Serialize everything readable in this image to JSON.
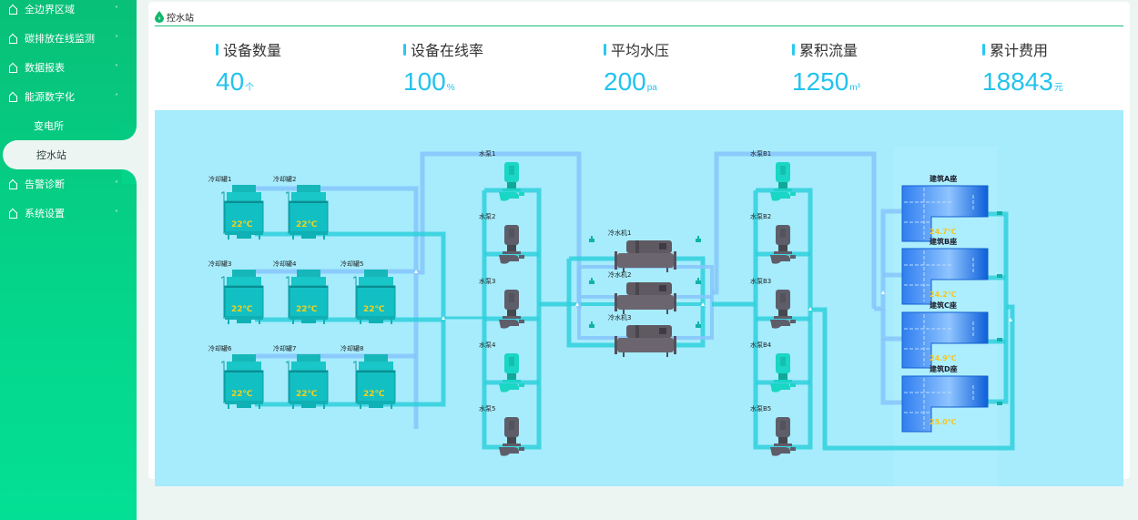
{
  "sidebar": {
    "items": [
      {
        "label": "全边界区域",
        "expanded": false
      },
      {
        "label": "碳排放在线监测",
        "expanded": false
      },
      {
        "label": "数据报表",
        "expanded": false
      },
      {
        "label": "能源数字化",
        "expanded": true
      },
      {
        "label": "告警诊断",
        "expanded": false
      },
      {
        "label": "系统设置",
        "expanded": false
      }
    ],
    "sub_items": [
      {
        "label": "变电所",
        "active": false
      },
      {
        "label": "控水站",
        "active": true
      }
    ],
    "chevron_down": "˅",
    "chevron_up": "˄"
  },
  "page": {
    "title": "控水站",
    "title_icon": "water-drop-icon"
  },
  "stats": [
    {
      "label": "设备数量",
      "value": "40",
      "unit": "个"
    },
    {
      "label": "设备在线率",
      "value": "100",
      "unit": "%"
    },
    {
      "label": "平均水压",
      "value": "200",
      "unit": "pa"
    },
    {
      "label": "累积流量",
      "value": "1250",
      "unit": "m³"
    },
    {
      "label": "累计费用",
      "value": "18843",
      "unit": "元"
    }
  ],
  "diagram": {
    "cooling_towers": [
      {
        "label": "冷却罐1",
        "temp": "22℃"
      },
      {
        "label": "冷却罐2",
        "temp": "22℃"
      },
      {
        "label": "冷却罐3",
        "temp": "22℃"
      },
      {
        "label": "冷却罐4",
        "temp": "22℃"
      },
      {
        "label": "冷却罐5",
        "temp": "22℃"
      },
      {
        "label": "冷却罐6",
        "temp": "22℃"
      },
      {
        "label": "冷却罐7",
        "temp": "22℃"
      },
      {
        "label": "冷却罐8",
        "temp": "22℃"
      }
    ],
    "pumps_a": [
      {
        "label": "水泵1",
        "running": true
      },
      {
        "label": "水泵2",
        "running": false
      },
      {
        "label": "水泵3",
        "running": false
      },
      {
        "label": "水泵4",
        "running": true
      },
      {
        "label": "水泵5",
        "running": false
      }
    ],
    "chillers": [
      {
        "label": "冷水机1"
      },
      {
        "label": "冷水机2"
      },
      {
        "label": "冷水机3"
      }
    ],
    "pumps_b": [
      {
        "label": "水泵B1",
        "running": true
      },
      {
        "label": "水泵B2",
        "running": false
      },
      {
        "label": "水泵B3",
        "running": false
      },
      {
        "label": "水泵B4",
        "running": true
      },
      {
        "label": "水泵B5",
        "running": false
      }
    ],
    "buildings": [
      {
        "label": "建筑A座",
        "temp": "24.7℃"
      },
      {
        "label": "建筑B座",
        "temp": "24.2℃"
      },
      {
        "label": "建筑C座",
        "temp": "24.9℃"
      },
      {
        "label": "建筑D座",
        "temp": "25.0℃"
      }
    ],
    "colors": {
      "background": "#a6ecfd",
      "supply_pipe": "#86c5fb",
      "return_pipe": "#2fd0dc",
      "tower": "#19c6c8",
      "pump_on": "#1ad6c4",
      "pump_off": "#5e5e6a",
      "chiller": "#5f5a62",
      "building": "#2a86f0",
      "temp_text": "#f2d11c",
      "building_temp_text": "#f6c51c"
    }
  }
}
